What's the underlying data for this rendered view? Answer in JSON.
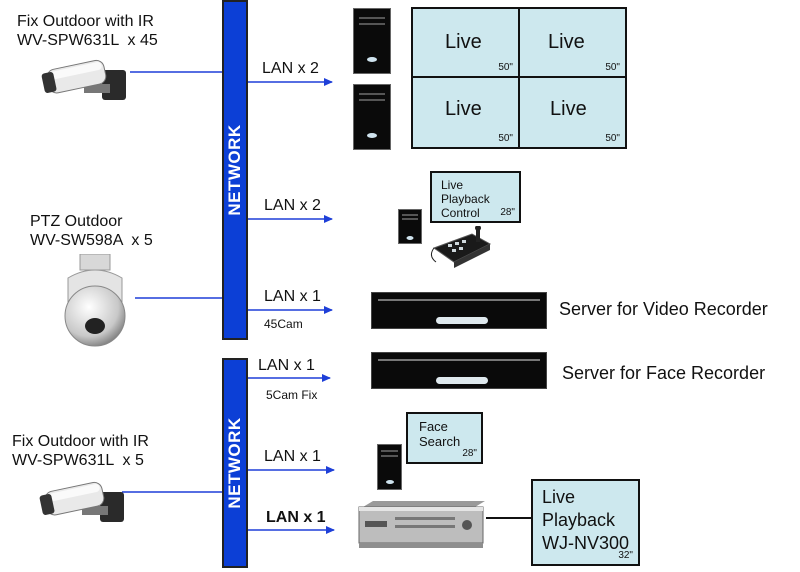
{
  "cameras": {
    "fix_top": {
      "line1": "Fix Outdoor with IR",
      "line2": "WV-SPW631L  x 45"
    },
    "ptz": {
      "line1": "PTZ Outdoor",
      "line2": "WV-SW598A  x 5"
    },
    "fix_bottom": {
      "line1": "Fix Outdoor with IR",
      "line2": "WV-SPW631L  x 5"
    }
  },
  "networks": {
    "top": "NETWORK",
    "bottom": "NETWORK"
  },
  "links": {
    "lan_live": "LAN x 2",
    "lan_control": "LAN x 2",
    "lan_video": "LAN x 1",
    "video_note": "45Cam",
    "lan_face_rec": "LAN x 1",
    "face_rec_note": "5Cam Fix",
    "lan_face_search": "LAN x 1",
    "lan_nvr": "LAN x 1"
  },
  "video_wall": {
    "cells": [
      {
        "label": "Live",
        "size": "50\""
      },
      {
        "label": "Live",
        "size": "50\""
      },
      {
        "label": "Live",
        "size": "50\""
      },
      {
        "label": "Live",
        "size": "50\""
      }
    ]
  },
  "monitors": {
    "control": {
      "lines": [
        "Live",
        "Playback",
        "Control"
      ],
      "size": "28\""
    },
    "face_search": {
      "lines": [
        "Face",
        "Search"
      ],
      "size": "28\""
    },
    "nvr": {
      "lines": [
        "Live",
        "Playback",
        "WJ-NV300"
      ],
      "size": "32\""
    }
  },
  "servers": {
    "video": "Server for Video Recorder",
    "face": "Server for Face Recorder"
  },
  "colors": {
    "network": "#0c3fd6",
    "arrow": "#1e3fd8",
    "monitor": "#cde8ee"
  }
}
